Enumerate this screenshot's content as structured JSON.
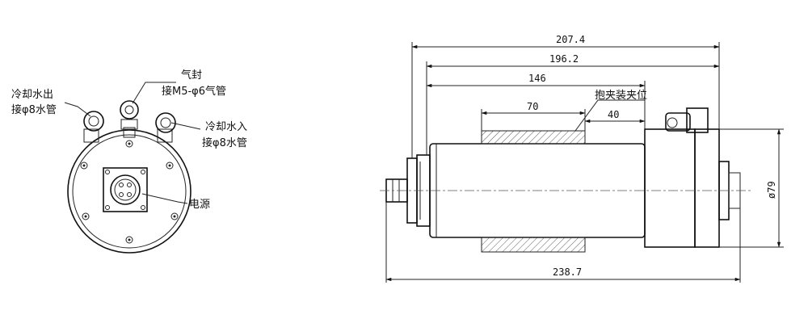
{
  "labels": {
    "coolant_out_1": "冷却水出",
    "coolant_out_2": "接φ8水管",
    "air_seal_1": "气封",
    "air_seal_2": "接M5-φ6气管",
    "coolant_in_1": "冷却水入",
    "coolant_in_2": "接φ8水管",
    "power": "电源",
    "clamp_position": "抱夹装夹位"
  },
  "dimensions": {
    "d_207_4": "207.4",
    "d_196_2": "196.2",
    "d_146": "146",
    "d_70": "70",
    "d_40": "40",
    "d_238_7": "238.7",
    "d_phi79": "ø79"
  }
}
